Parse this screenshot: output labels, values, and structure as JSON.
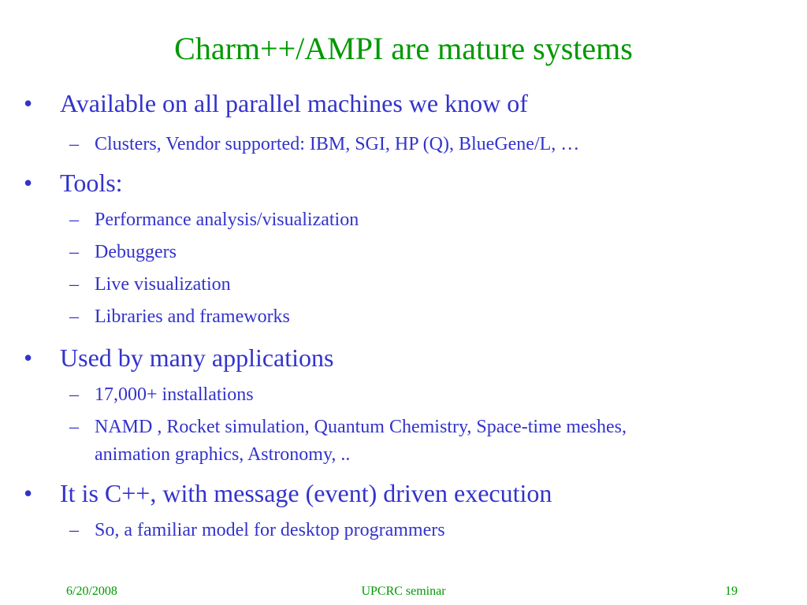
{
  "title": "Charm++/AMPI are mature systems",
  "bullet_symbol": "•",
  "dash_symbol": "–",
  "sections": [
    {
      "text": "Available on all parallel machines we know of",
      "subs": [
        "Clusters, Vendor supported: IBM, SGI, HP (Q), BlueGene/L, …"
      ]
    },
    {
      "text": "Tools:",
      "subs": [
        "Performance analysis/visualization",
        "Debuggers",
        "Live visualization",
        "Libraries and frameworks"
      ]
    },
    {
      "text": "Used by many applications",
      "subs": [
        "17,000+ installations",
        " NAMD , Rocket simulation, Quantum Chemistry, Space-time meshes,",
        "animation graphics, Astronomy, .."
      ]
    },
    {
      "text": "It is C++, with message (event) driven execution",
      "subs": [
        "So, a familiar model for desktop programmers"
      ]
    }
  ],
  "footer": {
    "date": "6/20/2008",
    "event": "UPCRC seminar",
    "page": "19"
  },
  "colors": {
    "title": "#009900",
    "body": "#3333cc",
    "footer": "#009900"
  }
}
